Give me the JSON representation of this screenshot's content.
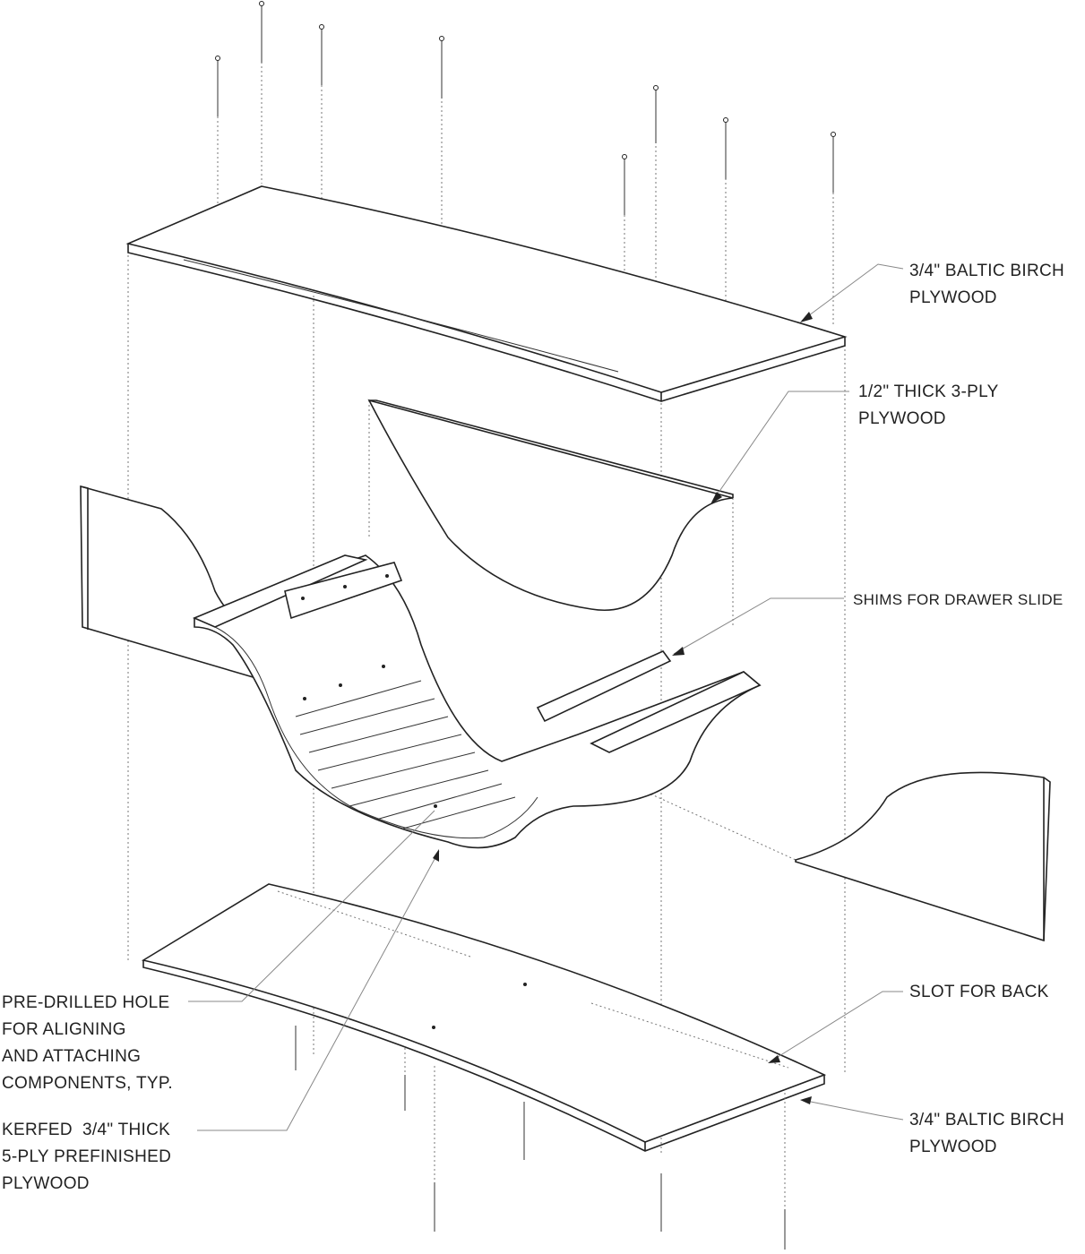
{
  "labels": {
    "top_board": [
      "3/4\" BALTIC BIRCH",
      "PLYWOOD"
    ],
    "back_panel": [
      "1/2\" THICK 3-PLY",
      "PLYWOOD"
    ],
    "shims": [
      "SHIMS FOR DRAWER SLIDE"
    ],
    "slot": [
      "SLOT FOR BACK"
    ],
    "bottom_board": [
      "3/4\" BALTIC BIRCH",
      "PLYWOOD"
    ],
    "pre_drilled": [
      "PRE-DRILLED HOLE",
      "FOR ALIGNING",
      "AND ATTACHING",
      "COMPONENTS, TYP."
    ],
    "kerfed": [
      "KERFED  3/4\" THICK",
      "5-PLY PREFINISHED",
      "PLYWOOD"
    ]
  }
}
